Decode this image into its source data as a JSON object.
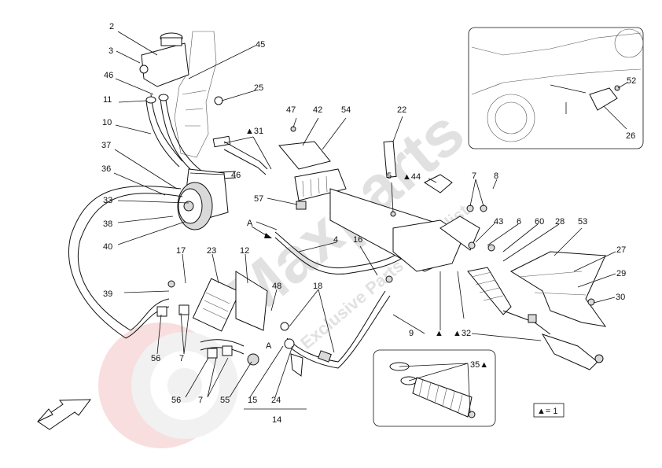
{
  "labels": {
    "l2": "2",
    "l3": "3",
    "l45": "45",
    "l46a": "46",
    "l11": "11",
    "l25": "25",
    "l10": "10",
    "l37": "37",
    "l47": "47",
    "l42": "42",
    "l54": "54",
    "l22": "22",
    "l31": "▲31",
    "l46b": "46",
    "l36": "36",
    "l33": "33",
    "l38": "38",
    "l57": "57",
    "l5": "5",
    "l44": "▲44",
    "l7a": "7",
    "l8": "8",
    "l43": "43",
    "l6": "6",
    "l60": "60",
    "l28": "28",
    "l53": "53",
    "l40": "40",
    "lA1": "A",
    "l4": "4",
    "l16": "16",
    "l17": "17",
    "l23": "23",
    "l12": "12",
    "l27": "27",
    "l29": "29",
    "l39": "39",
    "l48": "48",
    "l18": "18",
    "l30": "30",
    "l9": "9",
    "l32": "▲32",
    "ltri": "▲",
    "lA2": "A",
    "l56a": "56",
    "l7b": "7",
    "l56b": "56",
    "l7c": "7",
    "l55": "55",
    "l15": "15",
    "l24": "24",
    "l14": "14",
    "l35": "35▲",
    "l52": "52",
    "l26": "26"
  },
  "legend": "▲= 1",
  "watermark": {
    "brand": "Maxparts",
    "tagline": "Exclusive Parts Specialist",
    "color": "#d9d9d9",
    "logo_color": "#f2b8b8"
  }
}
